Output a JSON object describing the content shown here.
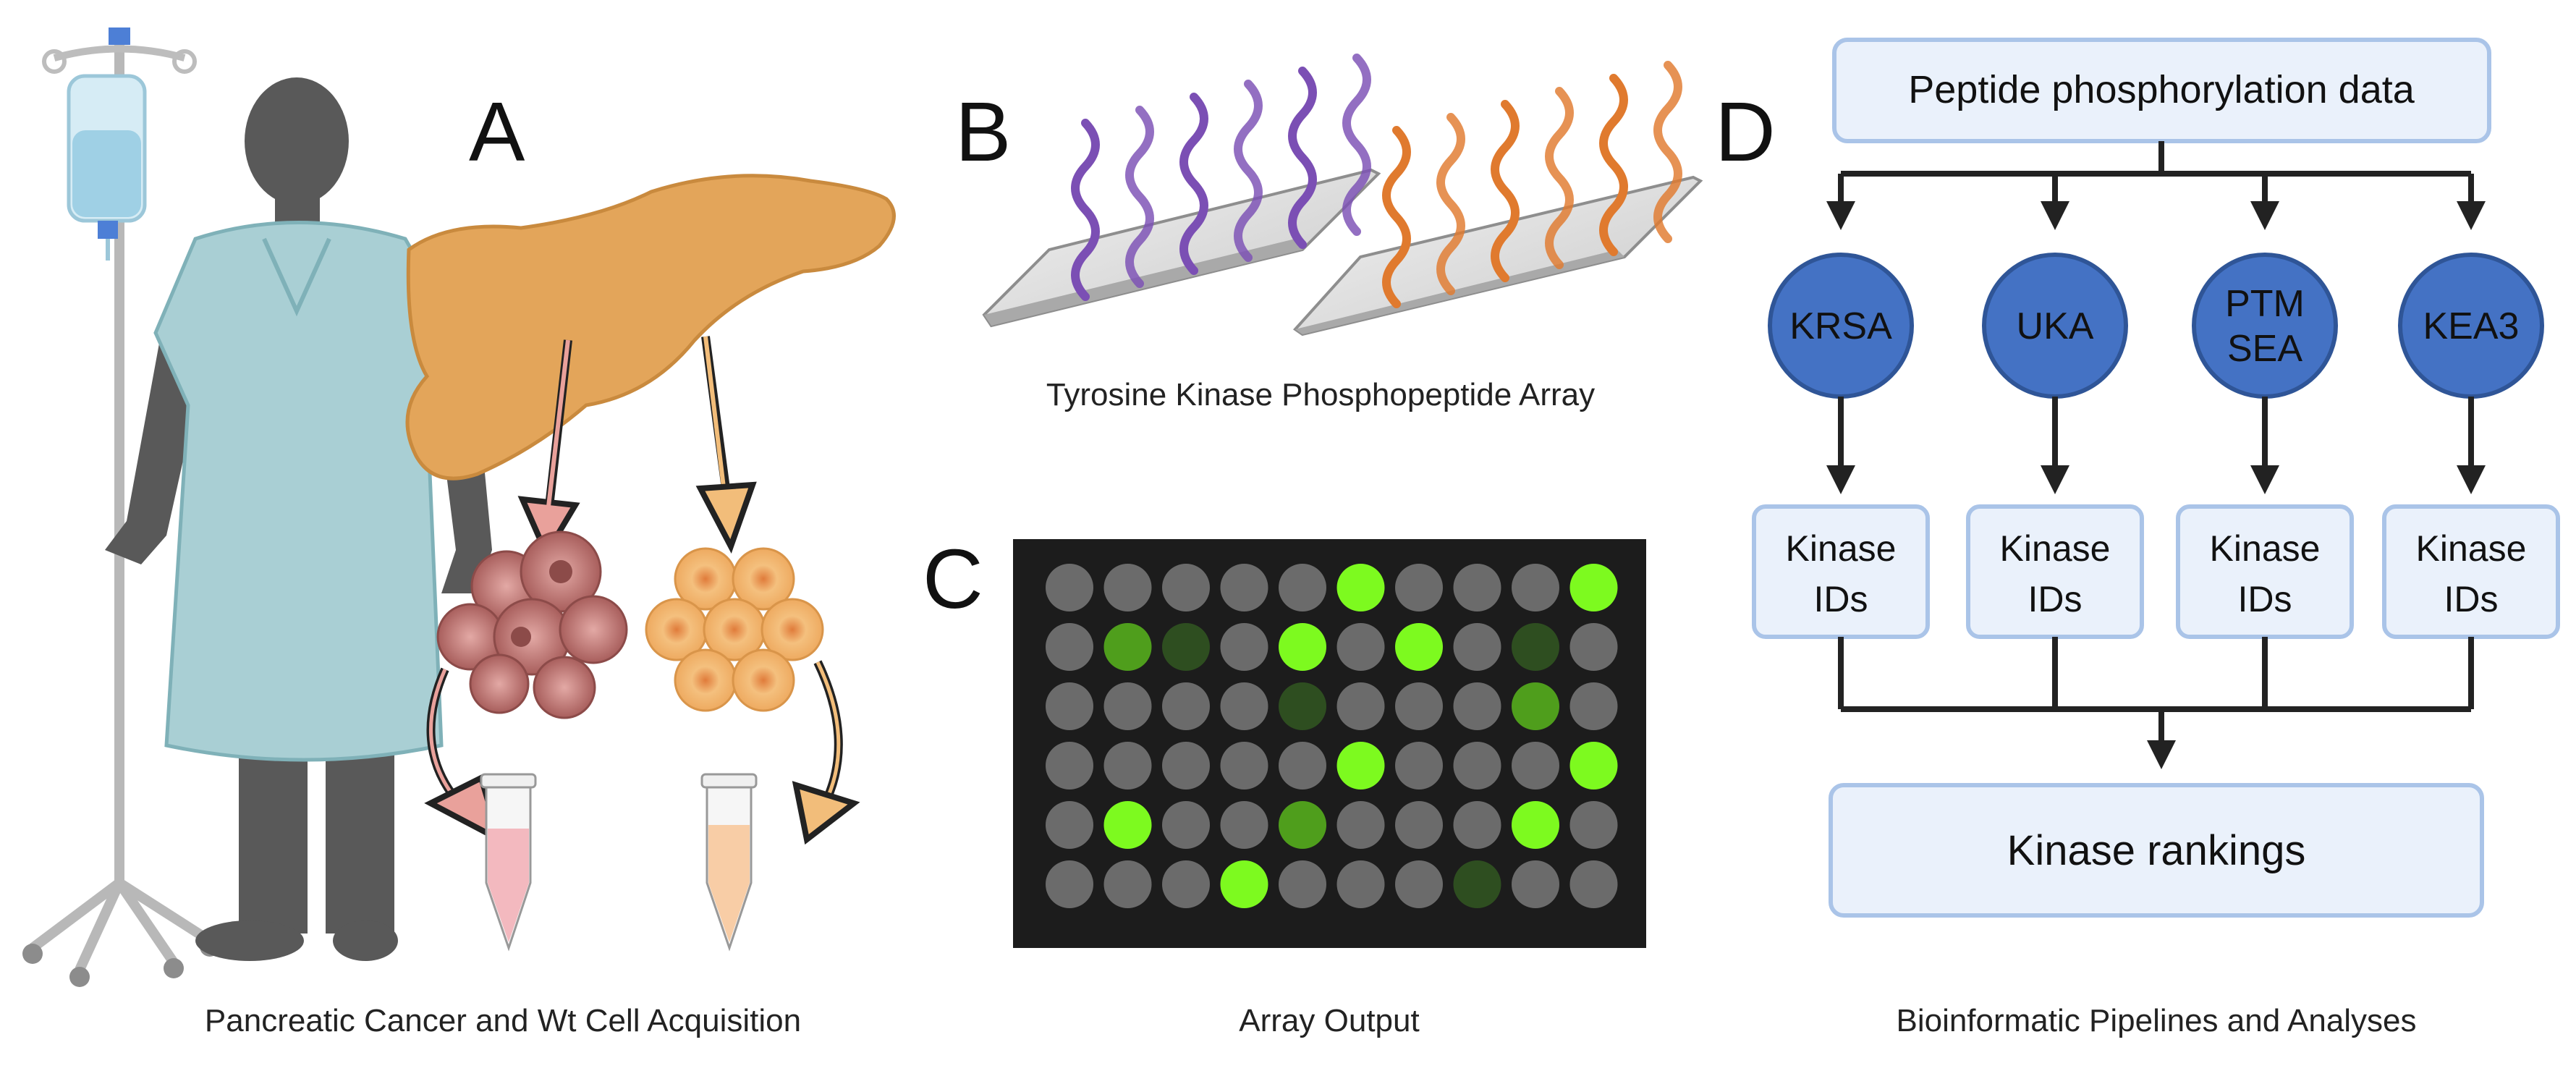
{
  "panels": {
    "a": {
      "letter": "A",
      "caption": "Pancreatic Cancer and Wt Cell Acquisition",
      "colors": {
        "gown": "#a9cfd4",
        "skin": "#595959",
        "pancreas": "#e3a55a",
        "tumor": "#c98a88",
        "normal": "#f2bd7a",
        "tube_tumor": "#f3b9bf",
        "tube_normal": "#f8cda6"
      }
    },
    "b": {
      "letter": "B",
      "caption": "Tyrosine Kinase Phosphopeptide Array",
      "colors": {
        "left_peptides": "#7b4fb4",
        "right_peptides": "#e07a2e",
        "slide": "#d9d9d9"
      }
    },
    "c": {
      "letter": "C",
      "caption": "Array Output",
      "colors": {
        "background": "#1c1c1c",
        "off": "#6b6b6b",
        "dim": "#2e4e20",
        "mid": "#4f9e1c",
        "bright": "#7dfa1f"
      },
      "grid": [
        [
          0,
          0,
          0,
          0,
          0,
          3,
          0,
          0,
          0,
          3
        ],
        [
          0,
          2,
          1,
          0,
          3,
          0,
          3,
          0,
          1,
          0
        ],
        [
          0,
          0,
          0,
          0,
          1,
          0,
          0,
          0,
          2,
          0
        ],
        [
          0,
          0,
          0,
          0,
          0,
          3,
          0,
          0,
          0,
          3
        ],
        [
          0,
          3,
          0,
          0,
          2,
          0,
          0,
          0,
          3,
          0
        ],
        [
          0,
          0,
          0,
          3,
          0,
          0,
          0,
          1,
          0,
          0
        ]
      ]
    },
    "d": {
      "letter": "D",
      "caption": "Bioinformatic Pipelines and Analyses",
      "top_box": "Peptide phosphorylation data",
      "pipelines": [
        {
          "label_lines": [
            "KRSA"
          ],
          "result_lines": [
            "Kinase",
            "IDs"
          ]
        },
        {
          "label_lines": [
            "UKA"
          ],
          "result_lines": [
            "Kinase",
            "IDs"
          ]
        },
        {
          "label_lines": [
            "PTM",
            "SEA"
          ],
          "result_lines": [
            "Kinase",
            "IDs"
          ]
        },
        {
          "label_lines": [
            "KEA3"
          ],
          "result_lines": [
            "Kinase",
            "IDs"
          ]
        }
      ],
      "bottom_box": "Kinase rankings",
      "colors": {
        "box_fill": "#eaf1fb",
        "box_stroke": "#aac4e8",
        "circle": "#4472c4",
        "circle_stroke": "#2f5597",
        "arrow": "#222222"
      }
    }
  }
}
